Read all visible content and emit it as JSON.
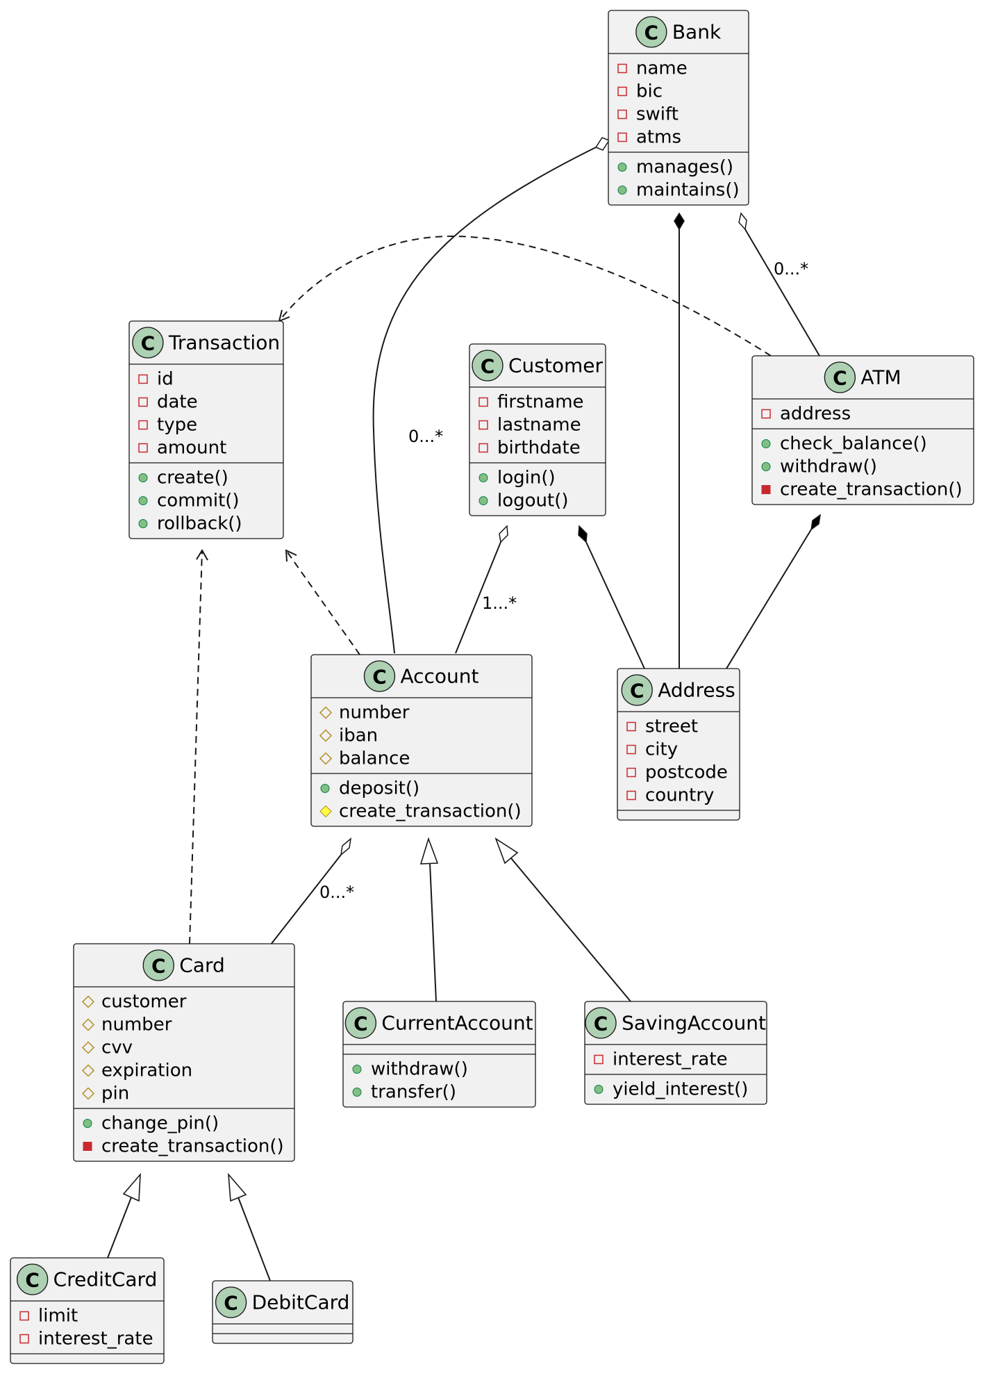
{
  "classes": {
    "bank": {
      "name": "Bank",
      "attributes": [
        {
          "vis": "private",
          "text": "name"
        },
        {
          "vis": "private",
          "text": "bic"
        },
        {
          "vis": "private",
          "text": "swift"
        },
        {
          "vis": "private",
          "text": "atms"
        }
      ],
      "methods": [
        {
          "vis": "public",
          "text": "manages()"
        },
        {
          "vis": "public",
          "text": "maintains()"
        }
      ]
    },
    "transaction": {
      "name": "Transaction",
      "attributes": [
        {
          "vis": "private",
          "text": "id"
        },
        {
          "vis": "private",
          "text": "date"
        },
        {
          "vis": "private",
          "text": "type"
        },
        {
          "vis": "private",
          "text": "amount"
        }
      ],
      "methods": [
        {
          "vis": "public",
          "text": "create()"
        },
        {
          "vis": "public",
          "text": "commit()"
        },
        {
          "vis": "public",
          "text": "rollback()"
        }
      ]
    },
    "customer": {
      "name": "Customer",
      "attributes": [
        {
          "vis": "private",
          "text": "firstname"
        },
        {
          "vis": "private",
          "text": "lastname"
        },
        {
          "vis": "private",
          "text": "birthdate"
        }
      ],
      "methods": [
        {
          "vis": "public",
          "text": "login()"
        },
        {
          "vis": "public",
          "text": "logout()"
        }
      ]
    },
    "atm": {
      "name": "ATM",
      "attributes": [
        {
          "vis": "private",
          "text": "address"
        }
      ],
      "methods": [
        {
          "vis": "public",
          "text": "check_balance()"
        },
        {
          "vis": "public",
          "text": "withdraw()"
        },
        {
          "vis": "private",
          "text": "create_transaction()"
        }
      ]
    },
    "account": {
      "name": "Account",
      "attributes": [
        {
          "vis": "protected",
          "text": "number"
        },
        {
          "vis": "protected",
          "text": "iban"
        },
        {
          "vis": "protected",
          "text": "balance"
        }
      ],
      "methods": [
        {
          "vis": "public",
          "text": "deposit()"
        },
        {
          "vis": "protected",
          "text": "create_transaction()"
        }
      ]
    },
    "address": {
      "name": "Address",
      "attributes": [
        {
          "vis": "private",
          "text": "street"
        },
        {
          "vis": "private",
          "text": "city"
        },
        {
          "vis": "private",
          "text": "postcode"
        },
        {
          "vis": "private",
          "text": "country"
        }
      ],
      "methods": []
    },
    "card": {
      "name": "Card",
      "attributes": [
        {
          "vis": "protected",
          "text": "customer"
        },
        {
          "vis": "protected",
          "text": "number"
        },
        {
          "vis": "protected",
          "text": "cvv"
        },
        {
          "vis": "protected",
          "text": "expiration"
        },
        {
          "vis": "protected",
          "text": "pin"
        }
      ],
      "methods": [
        {
          "vis": "public",
          "text": "change_pin()"
        },
        {
          "vis": "private",
          "text": "create_transaction()"
        }
      ]
    },
    "current_account": {
      "name": "CurrentAccount",
      "attributes": [],
      "methods": [
        {
          "vis": "public",
          "text": "withdraw()"
        },
        {
          "vis": "public",
          "text": "transfer()"
        }
      ]
    },
    "saving_account": {
      "name": "SavingAccount",
      "attributes": [
        {
          "vis": "private",
          "text": "interest_rate"
        }
      ],
      "methods": [
        {
          "vis": "public",
          "text": "yield_interest()"
        }
      ]
    },
    "credit_card": {
      "name": "CreditCard",
      "attributes": [
        {
          "vis": "private",
          "text": "limit"
        },
        {
          "vis": "private",
          "text": "interest_rate"
        }
      ],
      "methods": []
    },
    "debit_card": {
      "name": "DebitCard",
      "attributes": [],
      "methods": []
    }
  },
  "multiplicities": {
    "bank_account": "0...*",
    "bank_atm": "0...*",
    "customer_account": "1...*",
    "account_card": "0...*"
  },
  "colors": {
    "box_fill": "#f1f1f1",
    "border": "#181818",
    "class_badge": "#add1b2",
    "vis_private": "#c82930",
    "vis_private_method": "#c82930",
    "vis_protected": "#b38d22",
    "vis_protected_method": "#ffff44",
    "vis_public": "#038048",
    "vis_public_method": "#84be84"
  }
}
